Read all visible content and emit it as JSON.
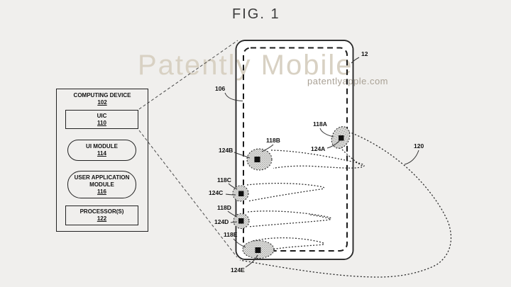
{
  "figure": {
    "title": "FIG. 1"
  },
  "watermark": {
    "brand": "Patently Mobile",
    "site": "patentlyapple.com"
  },
  "device_diagram": {
    "title": "COMPUTING DEVICE",
    "ref": "102",
    "blocks": [
      {
        "label": "UIC",
        "ref": "110",
        "shape": "rect"
      },
      {
        "label": "UI MODULE",
        "ref": "114",
        "shape": "stadium"
      },
      {
        "label": "USER APPLICATION MODULE",
        "ref": "116",
        "shape": "stadium"
      },
      {
        "label": "PROCESSOR(S)",
        "ref": "122",
        "shape": "rect"
      }
    ]
  },
  "ref_labels": {
    "phone": "12",
    "display": "106",
    "hand": "120",
    "contact_a": "118A",
    "point_a": "124A",
    "contact_b": "118B",
    "point_b": "124B",
    "contact_c": "118C",
    "point_c": "124C",
    "contact_d": "118D",
    "point_d": "124D",
    "contact_e": "118E",
    "point_e": "124E"
  },
  "colors": {
    "background": "#f0efed",
    "line": "#222222",
    "watermark_brand": "#d8d1c3",
    "watermark_site": "#a9a195",
    "phone_fill": "#ffffff",
    "touch_fill": "#e2e2e0",
    "touch_dot": "#7a7a78",
    "touch_point": "#111111"
  }
}
